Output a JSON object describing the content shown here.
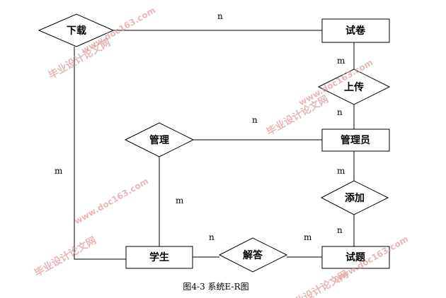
{
  "entities": {
    "exam_paper": "试卷",
    "administrator": "管理员",
    "student": "学生",
    "question": "试题"
  },
  "relationships": {
    "download": "下载",
    "upload": "上传",
    "manage": "管理",
    "add": "添加",
    "answer": "解答"
  },
  "cardinalities": {
    "download_exam_paper": "n",
    "download_student": "m",
    "exam_paper_upload": "m",
    "upload_administrator": "n",
    "manage_administrator": "n",
    "manage_student": "m",
    "administrator_add": "m",
    "add_question": "n",
    "student_answer": "n",
    "answer_question": "m"
  },
  "caption": "图4-3 系统E-R图",
  "watermarks": {
    "site_name": "毕业设计论文网",
    "site_url": "www.doc163.com"
  },
  "colors": {
    "line": "#000000",
    "watermark": "#e0a0a0",
    "background": "#ffffff"
  }
}
